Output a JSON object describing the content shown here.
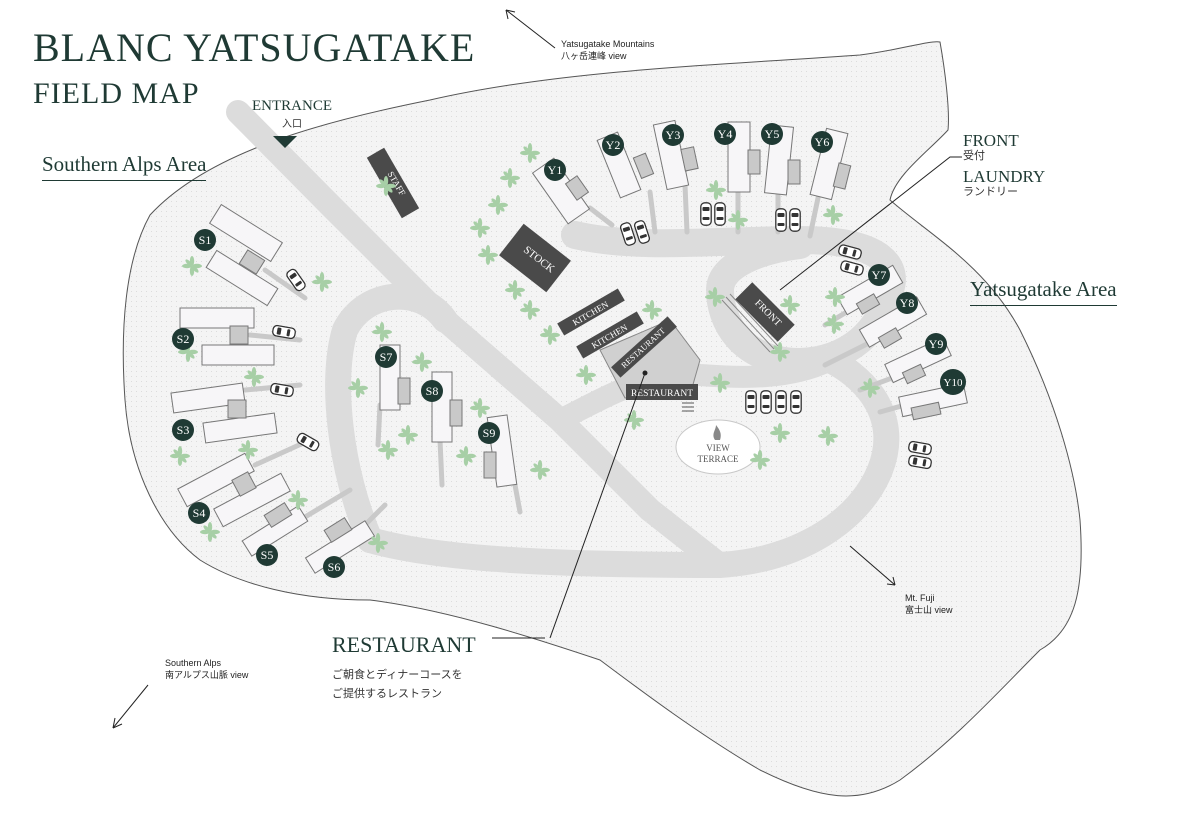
{
  "header": {
    "title": "BLANC YATSUGATAKE",
    "subtitle": "FIELD MAP"
  },
  "areas": {
    "southern_alps": "Southern Alps Area",
    "yatsugatake": "Yatsugatake Area"
  },
  "entrance": {
    "en": "ENTRANCE",
    "ja": "入口"
  },
  "front": {
    "en": "FRONT",
    "ja": "受付"
  },
  "laundry": {
    "en": "LAUNDRY",
    "ja": "ランドリー"
  },
  "restaurant_callout": {
    "title": "RESTAURANT",
    "line1": "ご朝食とディナーコースを",
    "line2": "ご提供するレストラン"
  },
  "views": {
    "yatsugatake": {
      "en": "Yatsugatake Mountains",
      "ja": "八ヶ岳連峰 view"
    },
    "fuji": {
      "en": "Mt. Fuji",
      "ja": "富士山 view"
    },
    "southern_alps": {
      "en": "Southern Alps",
      "ja": "南アルプス山脈 view"
    }
  },
  "view_terrace": {
    "line1": "VIEW",
    "line2": "TERRACE"
  },
  "buildings": {
    "staff": "STAFF",
    "stock": "STOCK",
    "kitchen1": "KITCHEN",
    "kitchen2": "KITCHEN",
    "restaurant1": "RESTAURANT",
    "restaurant2": "RESTAURANT",
    "front": "FRONT"
  },
  "sites": {
    "S1": "S1",
    "S2": "S2",
    "S3": "S3",
    "S4": "S4",
    "S5": "S5",
    "S6": "S6",
    "S7": "S7",
    "S8": "S8",
    "S9": "S9",
    "Y1": "Y1",
    "Y2": "Y2",
    "Y3": "Y3",
    "Y4": "Y4",
    "Y5": "Y5",
    "Y6": "Y6",
    "Y7": "Y7",
    "Y8": "Y8",
    "Y9": "Y9",
    "Y10": "Y10"
  },
  "colors": {
    "ground": "#f2f2f2",
    "road": "#dcdcdc",
    "building_dark": "#4a4a4a",
    "marker": "#1f3a34",
    "tree": "#8fbf8f"
  }
}
